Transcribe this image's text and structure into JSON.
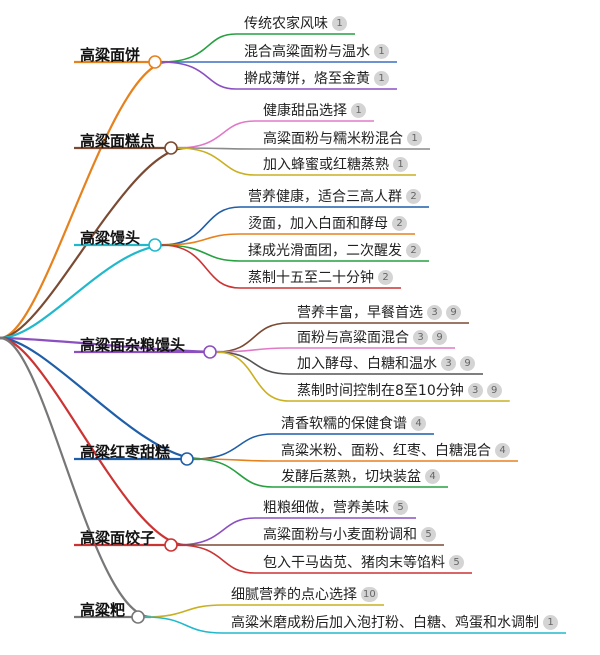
{
  "mindmap": {
    "branches": [
      {
        "label": "高粱面饼",
        "color": "#e6821e",
        "children": [
          {
            "text": "传统农家风味",
            "badges": [
              "1"
            ],
            "color": "#27a040"
          },
          {
            "text": "混合高粱面粉与温水",
            "badges": [
              "1"
            ],
            "color": "#3b6fc4"
          },
          {
            "text": "擀成薄饼，烙至金黄",
            "badges": [
              "1"
            ],
            "color": "#8b50c0"
          }
        ]
      },
      {
        "label": "高粱面糕点",
        "color": "#7b4a32",
        "children": [
          {
            "text": "健康甜品选择",
            "badges": [
              "1"
            ],
            "color": "#e07ac8"
          },
          {
            "text": "高粱面粉与糯米粉混合",
            "badges": [
              "1"
            ],
            "color": "#8a8a8a"
          },
          {
            "text": "加入蜂蜜或红糖蒸熟",
            "badges": [
              "1"
            ],
            "color": "#c9b022"
          }
        ]
      },
      {
        "label": "高粱馒头",
        "color": "#22b8cc",
        "children": [
          {
            "text": "营养健康，适合三高人群",
            "badges": [
              "2"
            ],
            "color": "#1f5ea8"
          },
          {
            "text": "烫面，加入白面和酵母",
            "badges": [
              "2"
            ],
            "color": "#e6821e"
          },
          {
            "text": "揉成光滑面团，二次醒发",
            "badges": [
              "2"
            ],
            "color": "#27a040"
          },
          {
            "text": "蒸制十五至二十分钟",
            "badges": [
              "2"
            ],
            "color": "#cc3333"
          }
        ]
      },
      {
        "label": "高粱面杂粮馒头",
        "color": "#8b50c0",
        "children": [
          {
            "text": "营养丰富，早餐首选",
            "badges": [
              "3",
              "9"
            ],
            "color": "#7b4a32"
          },
          {
            "text": "面粉与高粱面混合",
            "badges": [
              "3",
              "9"
            ],
            "color": "#e07ac8"
          },
          {
            "text": "加入酵母、白糖和温水",
            "badges": [
              "3",
              "9"
            ],
            "color": "#555555"
          },
          {
            "text": "蒸制时间控制在8至10分钟",
            "badges": [
              "3",
              "9"
            ],
            "color": "#c9b022"
          }
        ]
      },
      {
        "label": "高粱红枣甜糕",
        "color": "#1f5ea8",
        "children": [
          {
            "text": "清香软糯的保健食谱",
            "badges": [
              "4"
            ],
            "color": "#1f5ea8"
          },
          {
            "text": "高粱米粉、面粉、红枣、白糖混合",
            "badges": [
              "4"
            ],
            "color": "#e6821e"
          },
          {
            "text": "发酵后蒸熟，切块装盆",
            "badges": [
              "4"
            ],
            "color": "#27a040"
          }
        ]
      },
      {
        "label": "高粱面饺子",
        "color": "#cc3333",
        "children": [
          {
            "text": "粗粮细做，营养美味",
            "badges": [
              "5"
            ],
            "color": "#8b50c0"
          },
          {
            "text": "高粱面粉与小麦面粉调和",
            "badges": [
              "5"
            ],
            "color": "#7b4a32"
          },
          {
            "text": "包入干马齿苋、猪肉末等馅料",
            "badges": [
              "5"
            ],
            "color": "#cc3333"
          }
        ]
      },
      {
        "label": "高粱粑",
        "color": "#777777",
        "children": [
          {
            "text": "细腻营养的点心选择",
            "badges": [
              "10"
            ],
            "color": "#c9b022"
          },
          {
            "text": "高粱米磨成粉后加入泡打粉、白糖、鸡蛋和水调制",
            "badges": [
              "1"
            ],
            "color": "#22b8cc"
          }
        ]
      }
    ]
  }
}
